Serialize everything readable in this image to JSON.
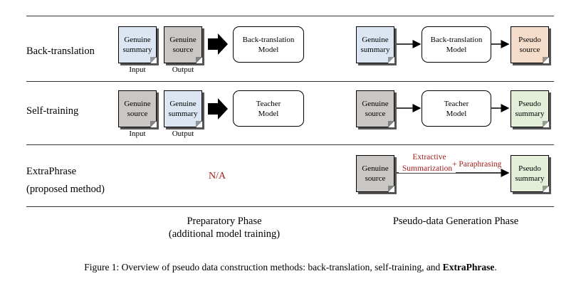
{
  "rows": {
    "back_translation": {
      "label": "Back-translation",
      "prep_input": "Genuine\nsummary",
      "prep_output": "Genuine\nsource",
      "prep_model": "Back-translation\nModel",
      "gen_input": "Genuine\nsummary",
      "gen_model": "Back-translation\nModel",
      "gen_output": "Pseudo\nsource",
      "input_caption": "Input",
      "output_caption": "Output"
    },
    "self_training": {
      "label": "Self-training",
      "prep_input": "Genuine\nsource",
      "prep_output": "Genuine\nsummary",
      "prep_model": "Teacher\nModel",
      "gen_input": "Genuine\nsource",
      "gen_model": "Teacher\nModel",
      "gen_output": "Pseudo\nsummary",
      "input_caption": "Input",
      "output_caption": "Output"
    },
    "extraphrase": {
      "label_line1": "ExtraPhrase",
      "label_line2": "(proposed method)",
      "na": "N/A",
      "gen_input": "Genuine\nsource",
      "step1_line1": "Extractive",
      "step1_line2": "Summarization",
      "step2": "+ Paraphrasing",
      "gen_output": "Pseudo\nsummary"
    }
  },
  "phases": {
    "prep_line1": "Preparatory Phase",
    "prep_line2": "(additional model training)",
    "gen": "Pseudo-data Generation Phase"
  },
  "caption": {
    "prefix": "Figure 1: Overview of pseudo data construction methods: back-translation, self-training, and ",
    "bold": "ExtraPhrase",
    "suffix": "."
  },
  "colors": {
    "gray_doc": "#c9c6c4",
    "blue_doc": "#dce6f3",
    "peach_doc": "#f6dccb",
    "green_doc": "#e3efd9",
    "red_text": "#a0201d"
  }
}
